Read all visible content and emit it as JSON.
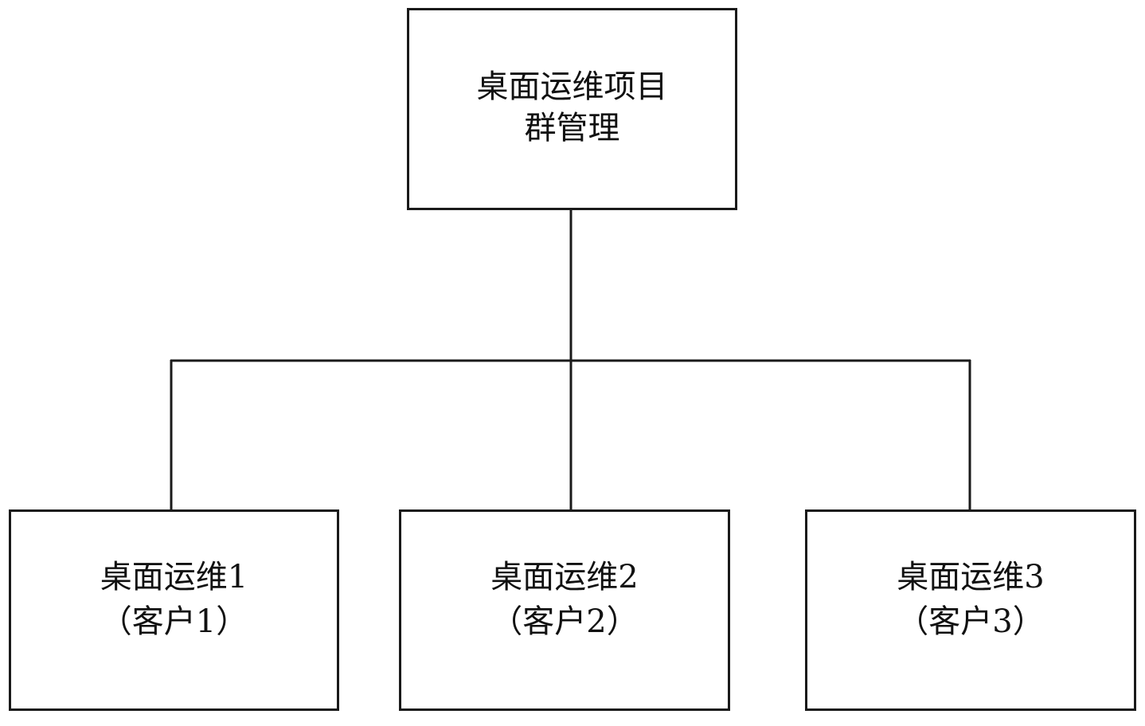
{
  "root": {
    "line1": "桌面运维项目",
    "line2": "群管理"
  },
  "children": [
    {
      "line1": "桌面运维1",
      "line2": "（客户1）"
    },
    {
      "line1": "桌面运维2",
      "line2": "（客户2）"
    },
    {
      "line1": "桌面运维3",
      "line2": "（客户3）"
    }
  ]
}
